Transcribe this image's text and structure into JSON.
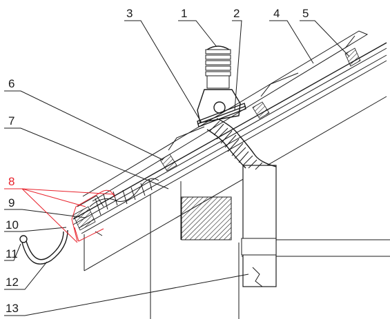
{
  "labels": {
    "l1": "1",
    "l2": "2",
    "l3": "3",
    "l4": "4",
    "l5": "5",
    "l6": "6",
    "l7": "7",
    "l8": "8",
    "l9": "9",
    "l10": "10",
    "l11": "11",
    "l12": "12",
    "l13": "13"
  },
  "colors": {
    "line": "#1a1a1a",
    "highlight": "#e8202a",
    "background": "#ffffff"
  }
}
